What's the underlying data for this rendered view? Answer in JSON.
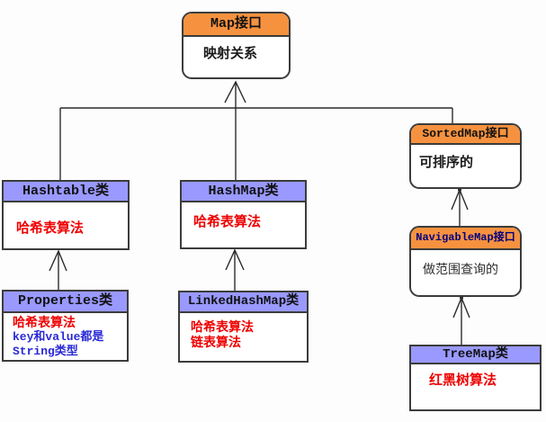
{
  "diagram_type": "uml-class-diagram",
  "topic": "Java Map hierarchy",
  "colors": {
    "interface_header_fill": "#F6923F",
    "class_header_fill": "#9999FF",
    "box_border": "#3C3C3C",
    "red_text": "#EE0000",
    "blue_text": "#2929D6",
    "navy_title_text": "#000080",
    "black_text": "#1A1A1A",
    "connector_line": "#2B2B2B"
  },
  "nodes": {
    "map": {
      "title": "Map接口",
      "line1": "映射关系"
    },
    "sortedmap": {
      "title": "SortedMap接口",
      "line1": "可排序的"
    },
    "hashtable": {
      "title": "Hashtable类",
      "line1": "哈希表算法"
    },
    "hashmap": {
      "title": "HashMap类",
      "line1": "哈希表算法"
    },
    "navigablemap": {
      "title": "NavigableMap接口",
      "line1": "做范围查询的"
    },
    "properties": {
      "title": "Properties类",
      "line1": "哈希表算法",
      "line2": "key和value都是",
      "line3": "String类型"
    },
    "linkedhashmap": {
      "title": "LinkedHashMap类",
      "line1": "哈希表算法",
      "line2": "链表算法"
    },
    "treemap": {
      "title": "TreeMap类",
      "line1": "红黑树算法"
    }
  },
  "relations": [
    {
      "from": "Hashtable类",
      "to": "Map接口",
      "type": "generalization"
    },
    {
      "from": "HashMap类",
      "to": "Map接口",
      "type": "generalization"
    },
    {
      "from": "SortedMap接口",
      "to": "Map接口",
      "type": "generalization"
    },
    {
      "from": "Properties类",
      "to": "Hashtable类",
      "type": "generalization"
    },
    {
      "from": "LinkedHashMap类",
      "to": "HashMap类",
      "type": "generalization"
    },
    {
      "from": "NavigableMap接口",
      "to": "SortedMap接口",
      "type": "generalization"
    },
    {
      "from": "TreeMap类",
      "to": "NavigableMap接口",
      "type": "generalization"
    }
  ]
}
